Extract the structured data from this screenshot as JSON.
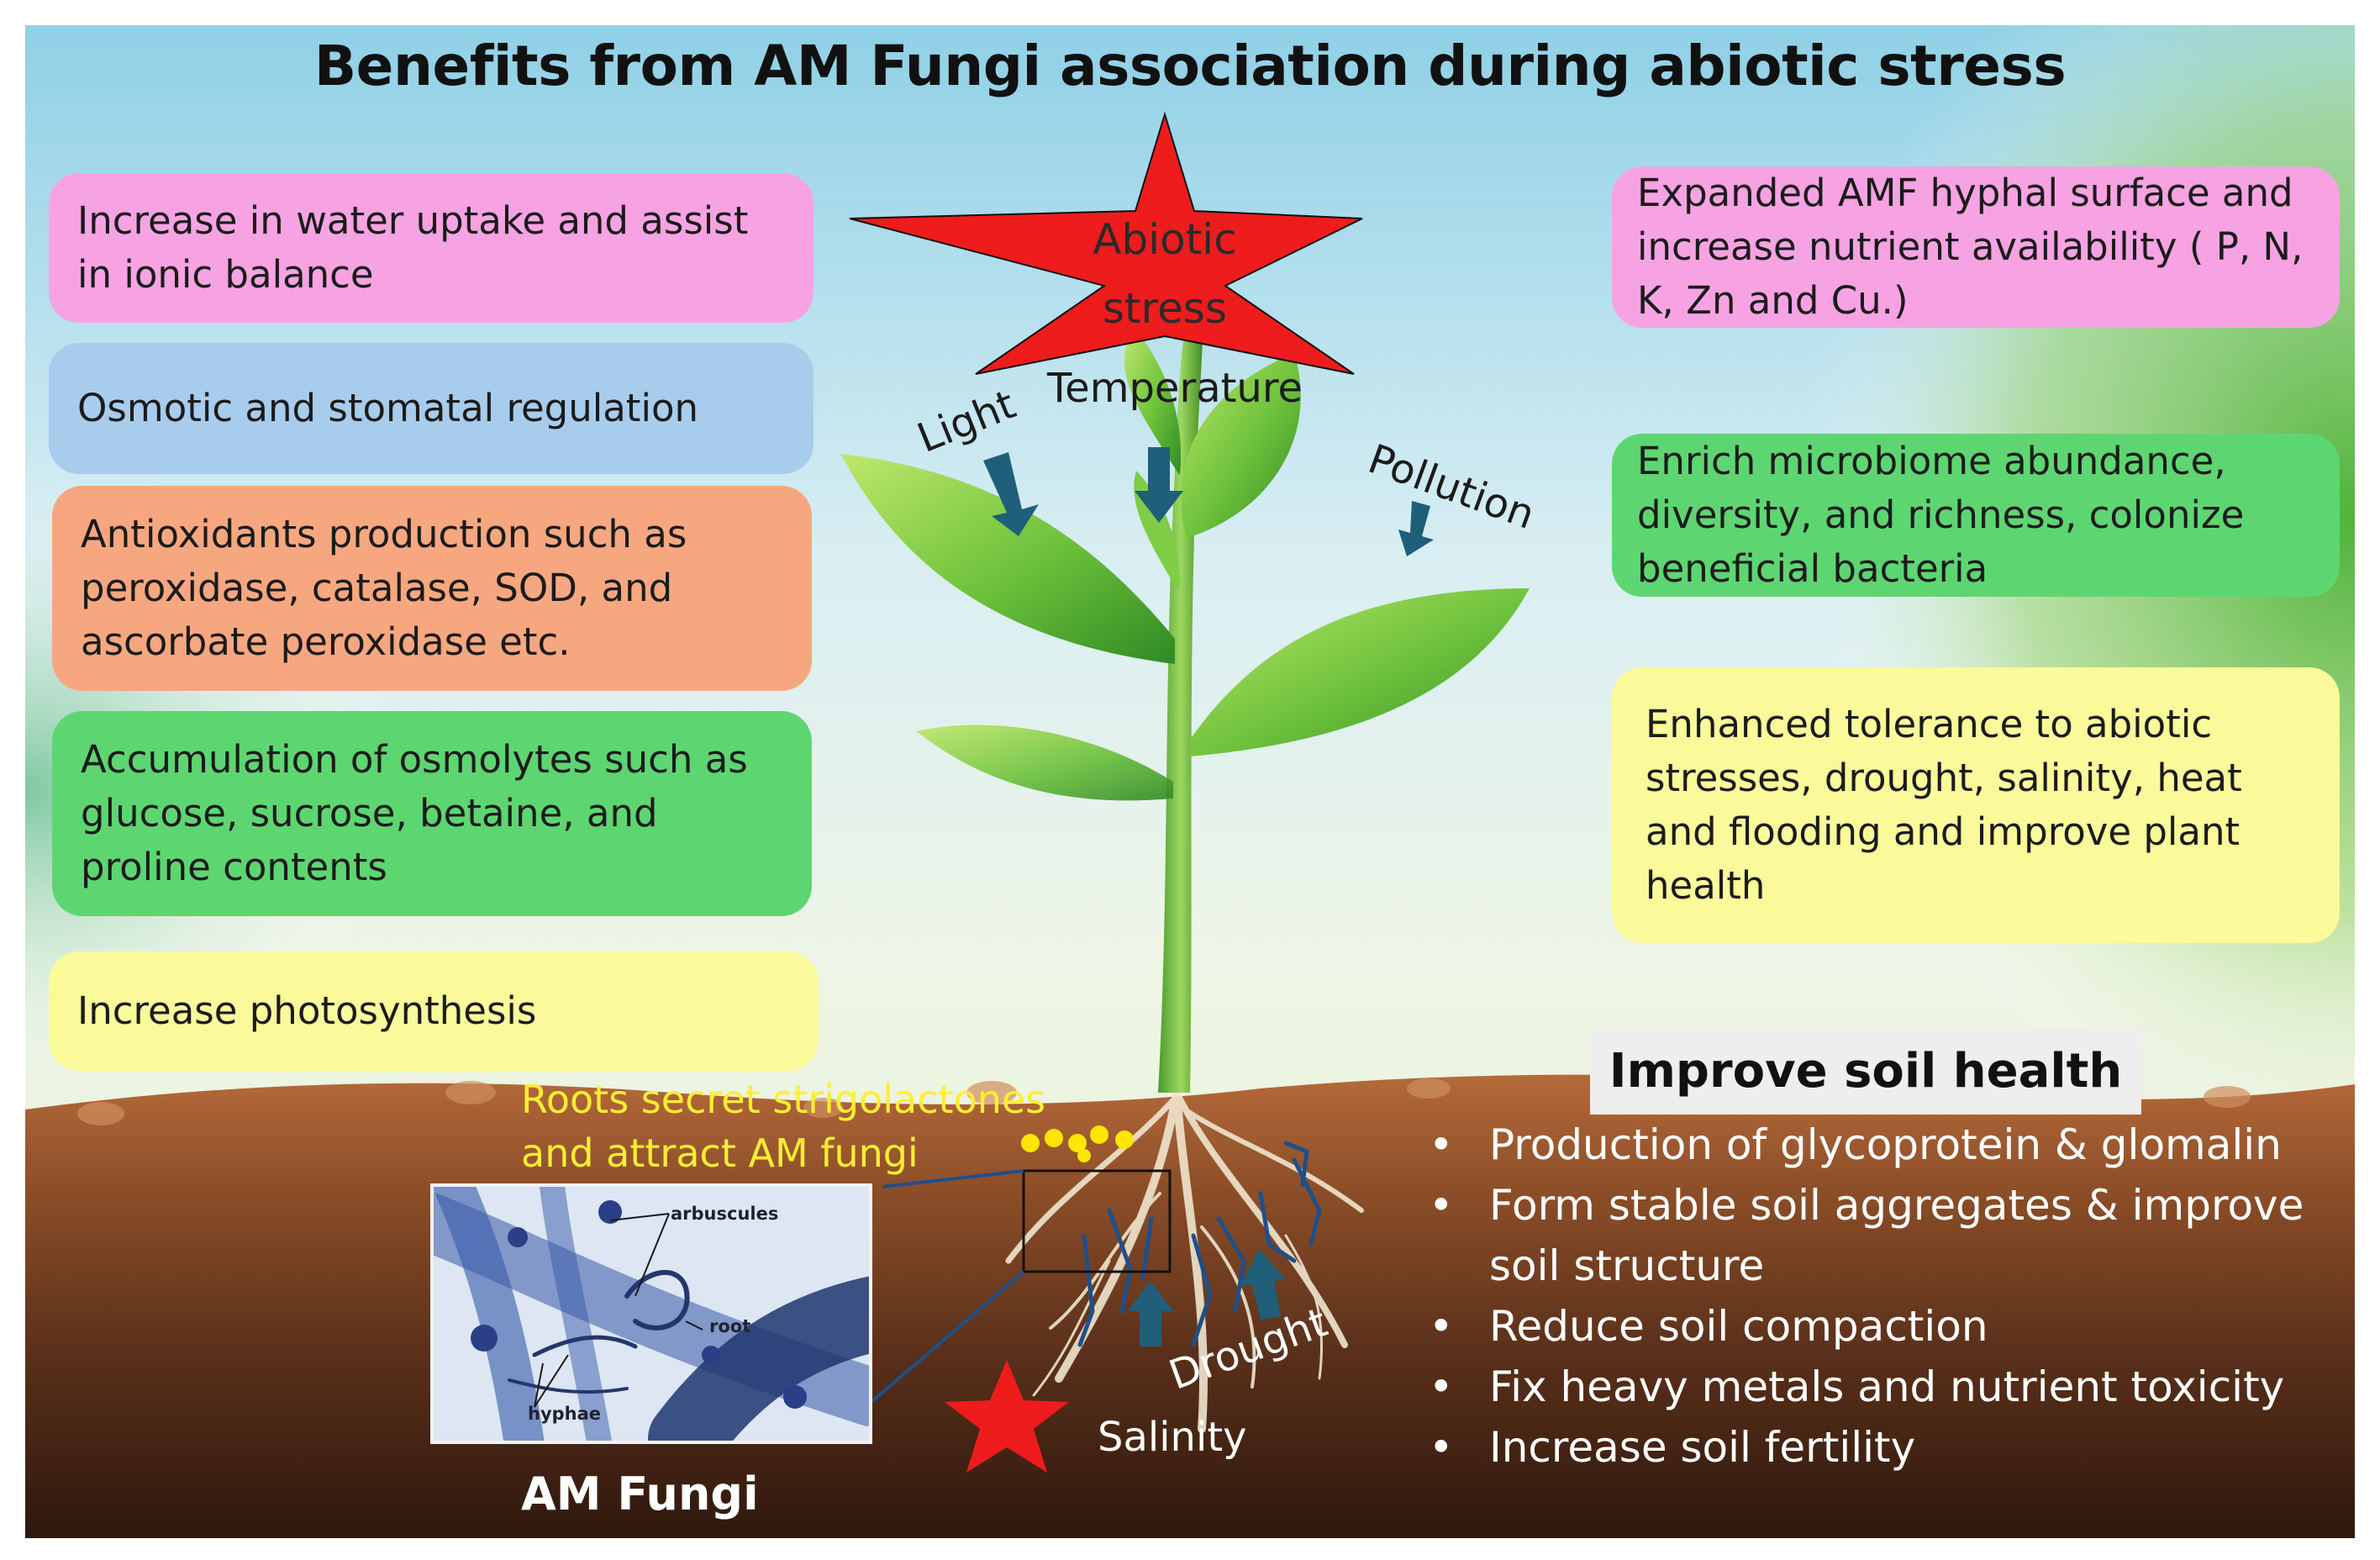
{
  "title": "Benefits from AM Fungi association during abiotic stress",
  "center": {
    "star_label_line1": "Abiotic",
    "star_label_line2": "stress",
    "stress_factors": [
      "Light",
      "Temperature",
      "Pollution"
    ],
    "soil_stress_factors": [
      "Drought",
      "Salinity"
    ]
  },
  "left_boxes": [
    {
      "text": "Increase in water uptake and assist in ionic balance",
      "color": "#f7a3e3"
    },
    {
      "text": "Osmotic and stomatal regulation",
      "color": "#a8ccec"
    },
    {
      "text": "Antioxidants production such as peroxidase, catalase, SOD, and ascorbate peroxidase etc.",
      "color": "#f7a77f"
    },
    {
      "text": "Accumulation of osmolytes such as glucose, sucrose, betaine, and proline contents",
      "color": "#5dd672"
    },
    {
      "text": "Increase photosynthesis",
      "color": "#fafa9a"
    }
  ],
  "right_boxes": [
    {
      "text": "Expanded AMF hyphal surface and increase nutrient availability ( P, N, K, Zn and Cu.)",
      "color": "#f7a3e3"
    },
    {
      "text": "Enrich microbiome abundance, diversity, and richness, colonize beneficial bacteria",
      "color": "#5dd672"
    },
    {
      "text": "Enhanced tolerance to abiotic stresses, drought, salinity, heat and flooding and improve plant health",
      "color": "#fafa9a"
    }
  ],
  "roots_note": {
    "line1": "Roots secret strigolactones",
    "line2": "and attract AM fungi"
  },
  "micrograph": {
    "labels": [
      "arbuscules",
      "root",
      "hyphae"
    ],
    "caption": "AM Fungi"
  },
  "soil_health": {
    "title": "Improve soil health",
    "items": [
      "Production of glycoprotein &  glomalin",
      "Form stable soil aggregates & improve soil structure",
      "Reduce soil compaction",
      "Fix heavy metals and nutrient toxicity",
      "Increase soil fertility"
    ]
  },
  "colors": {
    "star": "#ee1c1c",
    "arrow": "#1f5f7a",
    "soil_text": "#ffffff",
    "highlight_text": "#ffee33"
  }
}
